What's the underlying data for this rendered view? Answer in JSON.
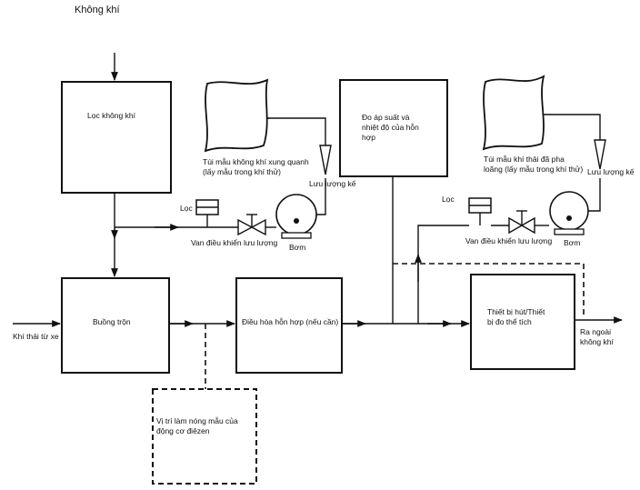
{
  "labels": {
    "air": "Không khí",
    "air_filter": "Lọc không khí",
    "mixing_chamber": "Buồng trộn",
    "exhaust_in": "Khí thải từ xe",
    "conditioning": "Điều hòa hỗn hợp (nếu cần)",
    "pressure_temp": [
      "Đo áp suất và",
      "nhiệt độ của hỗn",
      "hợp"
    ],
    "suction_device": [
      "Thiết bị hút/Thiết",
      "bị đo thể tích"
    ],
    "exit": [
      "Ra ngoài",
      "không khí"
    ],
    "diesel_heat": [
      "Vị trí làm nóng mẫu của",
      "động cơ điêzen"
    ],
    "ambient_bag": [
      "Túi mẫu không khí xung quanh",
      "(lấy mẫu trong khí thử)"
    ],
    "diluted_bag": [
      "Túi mẫu khí thải đã pha",
      "loãng (lấy mẫu trong khí thử)"
    ],
    "flowmeter_left": "Lưu lượng kế",
    "flowmeter_right": "Lưu lượng kế",
    "filter_left": "Lọc",
    "filter_right": "Lọc",
    "valve_left": "Van điều khiển lưu lượng",
    "valve_right": "Van điều khiển lưu lượng",
    "pump_left": "Bơm",
    "pump_right": "Bơm"
  }
}
